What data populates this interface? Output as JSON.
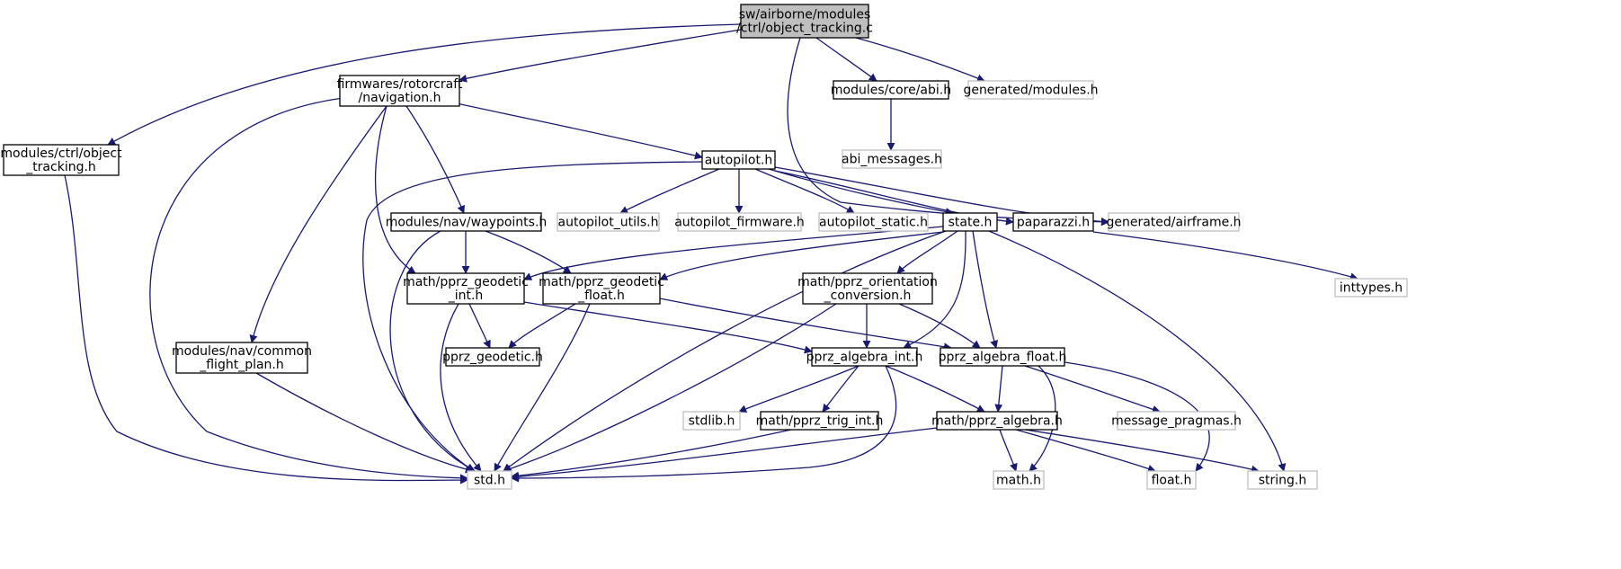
{
  "graph": {
    "nodes": [
      {
        "id": "root",
        "lines": [
          "sw/airborne/modules",
          "/ctrl/object_tracking.c"
        ],
        "kind": "root"
      },
      {
        "id": "navigation",
        "lines": [
          "firmwares/rotorcraft",
          "/navigation.h"
        ],
        "kind": "internal"
      },
      {
        "id": "object_tracking_h",
        "lines": [
          "modules/ctrl/object",
          "_tracking.h"
        ],
        "kind": "internal"
      },
      {
        "id": "abi",
        "lines": [
          "modules/core/abi.h"
        ],
        "kind": "internal"
      },
      {
        "id": "generated_modules",
        "lines": [
          "generated/modules.h"
        ],
        "kind": "external"
      },
      {
        "id": "abi_messages",
        "lines": [
          "abi_messages.h"
        ],
        "kind": "external"
      },
      {
        "id": "autopilot",
        "lines": [
          "autopilot.h"
        ],
        "kind": "internal"
      },
      {
        "id": "waypoints",
        "lines": [
          "modules/nav/waypoints.h"
        ],
        "kind": "internal"
      },
      {
        "id": "autopilot_utils",
        "lines": [
          "autopilot_utils.h"
        ],
        "kind": "external"
      },
      {
        "id": "autopilot_firmware",
        "lines": [
          "autopilot_firmware.h"
        ],
        "kind": "external"
      },
      {
        "id": "autopilot_static",
        "lines": [
          "autopilot_static.h"
        ],
        "kind": "external"
      },
      {
        "id": "state",
        "lines": [
          "state.h"
        ],
        "kind": "internal"
      },
      {
        "id": "paparazzi",
        "lines": [
          "paparazzi.h"
        ],
        "kind": "internal"
      },
      {
        "id": "generated_airframe",
        "lines": [
          "generated/airframe.h"
        ],
        "kind": "external"
      },
      {
        "id": "inttypes",
        "lines": [
          "inttypes.h"
        ],
        "kind": "external"
      },
      {
        "id": "geodetic_int",
        "lines": [
          "math/pprz_geodetic",
          "_int.h"
        ],
        "kind": "internal"
      },
      {
        "id": "geodetic_float",
        "lines": [
          "math/pprz_geodetic",
          "_float.h"
        ],
        "kind": "internal"
      },
      {
        "id": "orientation",
        "lines": [
          "math/pprz_orientation",
          "_conversion.h"
        ],
        "kind": "internal"
      },
      {
        "id": "common_flight_plan",
        "lines": [
          "modules/nav/common",
          "_flight_plan.h"
        ],
        "kind": "internal"
      },
      {
        "id": "pprz_geodetic",
        "lines": [
          "pprz_geodetic.h"
        ],
        "kind": "internal"
      },
      {
        "id": "algebra_int",
        "lines": [
          "pprz_algebra_int.h"
        ],
        "kind": "internal"
      },
      {
        "id": "algebra_float",
        "lines": [
          "pprz_algebra_float.h"
        ],
        "kind": "internal"
      },
      {
        "id": "stdlib",
        "lines": [
          "stdlib.h"
        ],
        "kind": "external"
      },
      {
        "id": "trig_int",
        "lines": [
          "math/pprz_trig_int.h"
        ],
        "kind": "internal"
      },
      {
        "id": "pprz_algebra",
        "lines": [
          "math/pprz_algebra.h"
        ],
        "kind": "internal"
      },
      {
        "id": "message_pragmas",
        "lines": [
          "message_pragmas.h"
        ],
        "kind": "external"
      },
      {
        "id": "std",
        "lines": [
          "std.h"
        ],
        "kind": "external"
      },
      {
        "id": "math",
        "lines": [
          "math.h"
        ],
        "kind": "external"
      },
      {
        "id": "float",
        "lines": [
          "float.h"
        ],
        "kind": "external"
      },
      {
        "id": "string",
        "lines": [
          "string.h"
        ],
        "kind": "external"
      }
    ],
    "edges": [
      {
        "from": "root",
        "to": "navigation"
      },
      {
        "from": "root",
        "to": "object_tracking_h"
      },
      {
        "from": "root",
        "to": "abi"
      },
      {
        "from": "root",
        "to": "generated_modules"
      },
      {
        "from": "root",
        "to": "generated_airframe"
      },
      {
        "from": "navigation",
        "to": "autopilot"
      },
      {
        "from": "navigation",
        "to": "waypoints"
      },
      {
        "from": "navigation",
        "to": "geodetic_int"
      },
      {
        "from": "navigation",
        "to": "common_flight_plan"
      },
      {
        "from": "navigation",
        "to": "std"
      },
      {
        "from": "object_tracking_h",
        "to": "std"
      },
      {
        "from": "abi",
        "to": "abi_messages"
      },
      {
        "from": "autopilot",
        "to": "std"
      },
      {
        "from": "autopilot",
        "to": "autopilot_utils"
      },
      {
        "from": "autopilot",
        "to": "autopilot_firmware"
      },
      {
        "from": "autopilot",
        "to": "autopilot_static"
      },
      {
        "from": "autopilot",
        "to": "state"
      },
      {
        "from": "autopilot",
        "to": "paparazzi"
      },
      {
        "from": "autopilot",
        "to": "generated_airframe"
      },
      {
        "from": "waypoints",
        "to": "geodetic_int"
      },
      {
        "from": "waypoints",
        "to": "geodetic_float"
      },
      {
        "from": "waypoints",
        "to": "std"
      },
      {
        "from": "state",
        "to": "geodetic_int"
      },
      {
        "from": "state",
        "to": "geodetic_float"
      },
      {
        "from": "state",
        "to": "orientation"
      },
      {
        "from": "state",
        "to": "algebra_int"
      },
      {
        "from": "state",
        "to": "algebra_float"
      },
      {
        "from": "state",
        "to": "std"
      },
      {
        "from": "state",
        "to": "string"
      },
      {
        "from": "paparazzi",
        "to": "inttypes"
      },
      {
        "from": "geodetic_int",
        "to": "pprz_geodetic"
      },
      {
        "from": "geodetic_int",
        "to": "algebra_int"
      },
      {
        "from": "geodetic_int",
        "to": "std"
      },
      {
        "from": "geodetic_float",
        "to": "pprz_geodetic"
      },
      {
        "from": "geodetic_float",
        "to": "algebra_float"
      },
      {
        "from": "geodetic_float",
        "to": "std"
      },
      {
        "from": "orientation",
        "to": "algebra_int"
      },
      {
        "from": "orientation",
        "to": "algebra_float"
      },
      {
        "from": "orientation",
        "to": "std"
      },
      {
        "from": "common_flight_plan",
        "to": "std"
      },
      {
        "from": "algebra_int",
        "to": "stdlib"
      },
      {
        "from": "algebra_int",
        "to": "trig_int"
      },
      {
        "from": "algebra_int",
        "to": "pprz_algebra"
      },
      {
        "from": "algebra_int",
        "to": "std"
      },
      {
        "from": "algebra_float",
        "to": "pprz_algebra"
      },
      {
        "from": "algebra_float",
        "to": "message_pragmas"
      },
      {
        "from": "algebra_float",
        "to": "math"
      },
      {
        "from": "algebra_float",
        "to": "float"
      },
      {
        "from": "trig_int",
        "to": "std"
      },
      {
        "from": "pprz_algebra",
        "to": "std"
      },
      {
        "from": "pprz_algebra",
        "to": "math"
      },
      {
        "from": "pprz_algebra",
        "to": "float"
      },
      {
        "from": "pprz_algebra",
        "to": "string"
      }
    ]
  },
  "colors": {
    "edge": "#191970",
    "internal_border": "#000000",
    "external_border": "#bfbfbf",
    "root_fill": "#bfbfbf"
  }
}
